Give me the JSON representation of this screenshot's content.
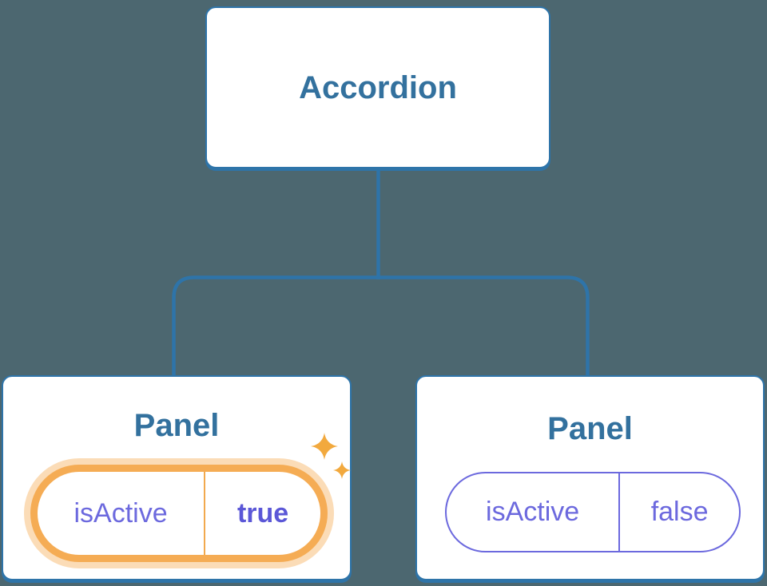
{
  "diagram": {
    "root": {
      "label": "Accordion"
    },
    "panels": [
      {
        "label": "Panel",
        "prop": "isActive",
        "value": "true",
        "state": "active",
        "icon": "sparkles-icon"
      },
      {
        "label": "Panel",
        "prop": "isActive",
        "value": "false",
        "state": "inactive"
      }
    ]
  },
  "colors": {
    "background": "#4C6770",
    "connector_line": "#2E74A9",
    "node_border": "#2E74A9",
    "node_background": "#FFFFFF",
    "node_text": "#33719E",
    "state_text": "#6C69DE",
    "state_value_active": "#5B57D7",
    "highlight_orange": "#F5AC54",
    "highlight_glow": "rgba(245,172,84,0.42)",
    "sparkle": "#F2A93E"
  }
}
